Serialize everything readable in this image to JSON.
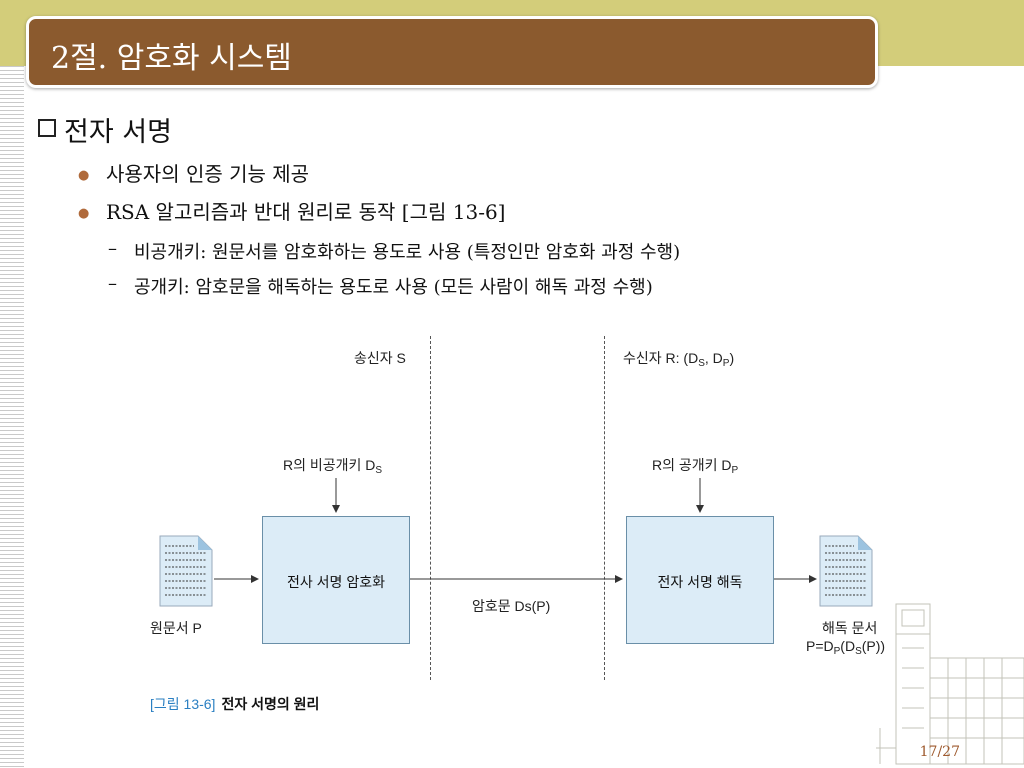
{
  "slide": {
    "title": "2절. 암호화 시스템",
    "heading": "전자 서명",
    "bullets": [
      "사용자의 인증 기능 제공",
      "RSA 알고리즘과 반대 원리로 동작 [그림 13-6]"
    ],
    "sub_bullets": [
      "비공개키: 원문서를 암호화하는 용도로 사용 (특정인만 암호화 과정 수행)",
      "공개키: 암호문을 해독하는 용도로 사용 (모든 사람이 해독 과정 수행)"
    ],
    "page_number": "17/27"
  },
  "diagram": {
    "sender_label": "송신자 S",
    "receiver_label_prefix": "수신자 R: (D",
    "receiver_sub1": "S",
    "receiver_mid": ", D",
    "receiver_sub2": "P",
    "receiver_suffix": ")",
    "private_key_prefix": "R의 비공개키 D",
    "private_key_sub": "S",
    "public_key_prefix": "R의 공개키 D",
    "public_key_sub": "P",
    "encrypt_box": "전사 서명 암호화",
    "decrypt_box": "전자 서명 해독",
    "cipher_label": "암호문 Ds(P)",
    "original_doc_label": "원문서 P",
    "decoded_doc_label": "해독 문서",
    "decoded_formula_prefix": "P=D",
    "decoded_formula_sub1": "P",
    "decoded_formula_mid": "(D",
    "decoded_formula_sub2": "S",
    "decoded_formula_suffix": "(P))",
    "caption_number": "[그림 13-6]",
    "caption_title": "전자 서명의 원리"
  },
  "colors": {
    "title_bar": "#8b5a2e",
    "top_band": "#d3cd7a",
    "bullet": "#b06a3b",
    "box_fill": "#dcecf7",
    "caption_number": "#2a7fc2",
    "page_number": "#9e5a2e"
  }
}
